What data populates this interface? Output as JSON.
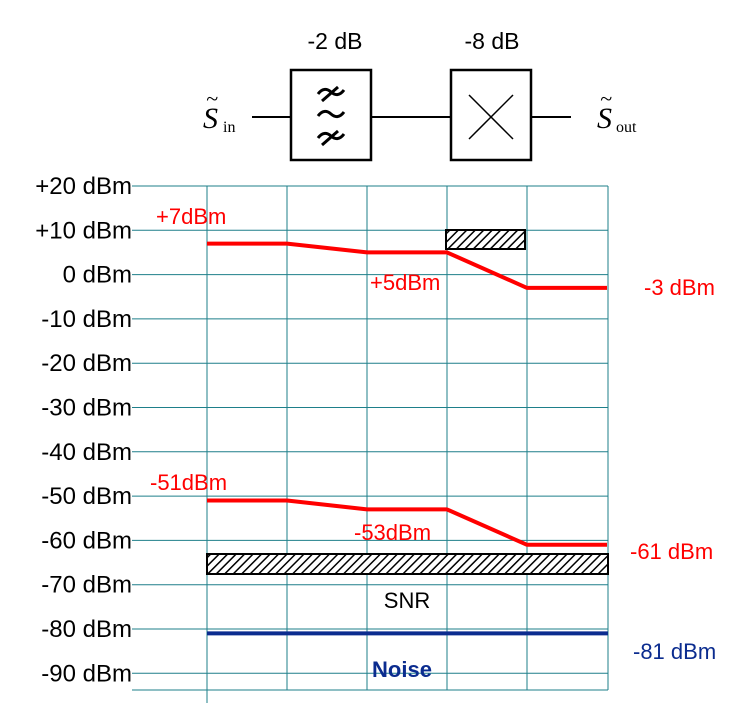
{
  "blocks": {
    "filter_loss": "-2 dB",
    "mixer_loss": "-8 dB",
    "input_symbol": "S",
    "input_sub": "in",
    "output_symbol": "S",
    "output_sub": "out"
  },
  "axis": {
    "tick_labels": [
      "+20 dBm",
      "+10 dBm",
      "0 dBm",
      "-10 dBm",
      "-20 dBm",
      "-30 dBm",
      "-40 dBm",
      "-50 dBm",
      "-60 dBm",
      "-70 dBm",
      "-80 dBm",
      "-90 dBm"
    ],
    "tick_values": [
      20,
      10,
      0,
      -10,
      -20,
      -30,
      -40,
      -50,
      -60,
      -70,
      -80,
      -90
    ]
  },
  "levels": {
    "signal_in": "+7dBm",
    "signal_mid": "+5dBm",
    "signal_out": "-3 dBm",
    "noise_sig_in": "-51dBm",
    "noise_sig_mid": "-53dBm",
    "noise_sig_out": "-61 dBm",
    "noise_floor": "-81 dBm",
    "snr_label": "SNR",
    "noise_label": "Noise"
  },
  "series": {
    "signal_dbm": [
      7,
      7,
      5,
      5,
      -3,
      -3
    ],
    "lower_dbm": [
      -51,
      -51,
      -53,
      -53,
      -61,
      -61
    ],
    "noise_dbm": -81
  },
  "colors": {
    "signal": "#ff0000",
    "noise": "#0b2c8f",
    "grid": "#1e7f8a"
  }
}
